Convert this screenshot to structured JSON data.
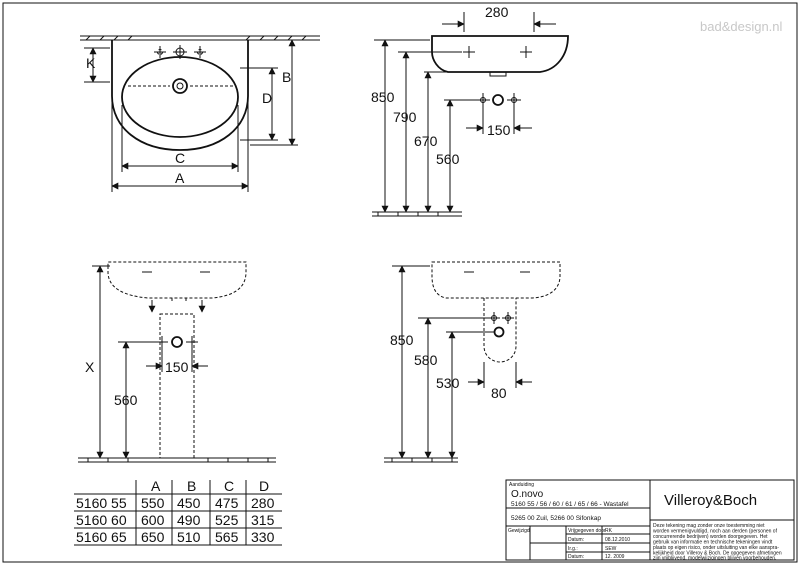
{
  "watermark": "bad&design.nl",
  "front_view": {
    "label_k": "K",
    "label_b": "B",
    "label_d": "D",
    "label_c": "C",
    "label_a": "A"
  },
  "side_view": {
    "w280": "280",
    "h850": "850",
    "h790": "790",
    "h670": "670",
    "h560": "560",
    "w150": "150"
  },
  "pedestal_front": {
    "label_x": "X",
    "h560": "560",
    "w150": "150"
  },
  "pedestal_side": {
    "h850": "850",
    "h580": "580",
    "h530": "530",
    "w80": "80"
  },
  "table": {
    "headers": [
      "",
      "A",
      "B",
      "C",
      "D"
    ],
    "rows": [
      [
        "5160 55",
        "550",
        "450",
        "475",
        "280"
      ],
      [
        "5160 60",
        "600",
        "490",
        "525",
        "315"
      ],
      [
        "5160 65",
        "650",
        "510",
        "565",
        "330"
      ]
    ]
  },
  "title_block": {
    "aanduiding_label": "Aanduiding",
    "product": "O.novo",
    "codes": "5160 55 / 56 / 60 / 61 / 65 / 66 - Wastafel",
    "accessories": "5265 00 Zuil, 5266 00 Sifonkap",
    "brand": "Villeroy&Boch",
    "gewijzigd": "Gewijzigd",
    "vrijgegeven_label": "Vrijgegeven door",
    "vrijgegeven_value": "RK",
    "datum_label_1": "Datum:",
    "datum_value_1": "08.12.2010",
    "getekend_label": "Ir.g.:",
    "getekend_value": "SEW",
    "datum_label_2": "Datum:",
    "datum_value_2": "12. 2009",
    "disclaimer_1": "Deze tekening mag zonder onze toestemming niet",
    "disclaimer_2": "worden vermenigvuldigd, noch aan derden (personen of",
    "disclaimer_3": "concurrerende bedrijven) worden doorgegeven. Het",
    "disclaimer_4": "gebruik van informatie en technische tekeningen vindt",
    "disclaimer_5": "plaats op eigen risico, onder uitsluiting van elke aanspra-",
    "disclaimer_6": "kelijkheid door Villeroy & Boch. De opgegeven afmetingen",
    "disclaimer_7": "zijn vrijblijvend, modelwijzigingen blijven voorbehouden."
  }
}
